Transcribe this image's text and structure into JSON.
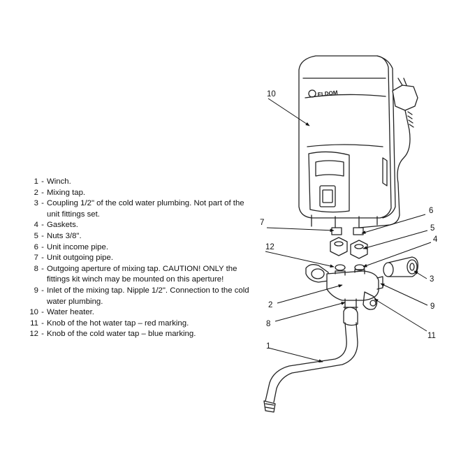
{
  "legend": [
    {
      "num": "1",
      "text": "Winch."
    },
    {
      "num": "2",
      "text": "Mixing tap."
    },
    {
      "num": "3",
      "text": "Coupling 1/2\" of the cold water plumbing. Not part of the unit fittings set."
    },
    {
      "num": "4",
      "text": "Gaskets."
    },
    {
      "num": "5",
      "text": "Nuts 3/8\"."
    },
    {
      "num": "6",
      "text": "Unit income pipe."
    },
    {
      "num": "7",
      "text": "Unit outgoing pipe."
    },
    {
      "num": "8",
      "text": "Outgoing aperture of mixing tap. CAUTION! ONLY the fittings kit winch may be mounted on this aperture!"
    },
    {
      "num": "9",
      "text": "Inlet of the mixing tap. Nipple 1/2\". Connection to the cold water plumbing."
    },
    {
      "num": "10",
      "text": "Water heater."
    },
    {
      "num": "11",
      "text": "Knob of the hot water tap – red marking."
    },
    {
      "num": "12",
      "text": "Knob of the cold water tap – blue marking."
    }
  ],
  "callouts": {
    "c10": "10",
    "c7": "7",
    "c6": "6",
    "c5": "5",
    "c4": "4",
    "c12": "12",
    "c3": "3",
    "c2": "2",
    "c9": "9",
    "c8": "8",
    "c11": "11",
    "c1": "1"
  },
  "brand": "ELDOM",
  "colors": {
    "line": "#222222",
    "fill": "#ffffff"
  }
}
